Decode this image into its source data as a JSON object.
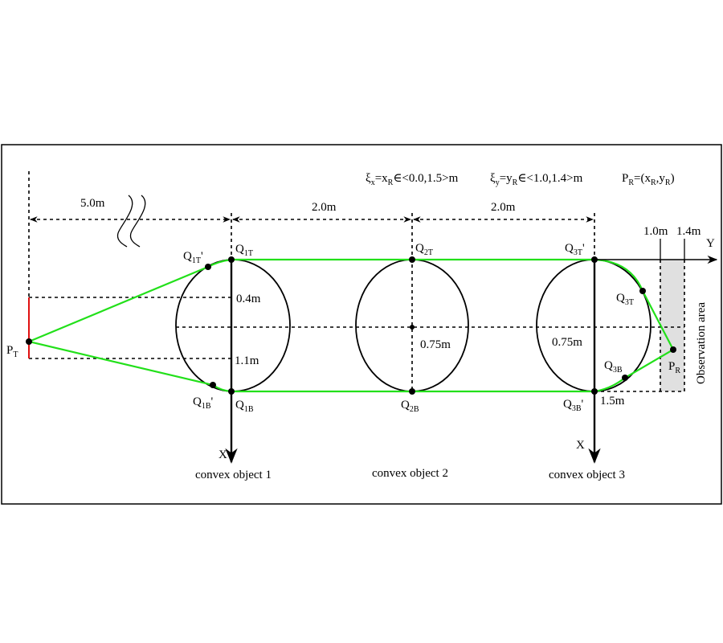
{
  "formula": {
    "xi_x": "ξ",
    "xi_x_sub": "x",
    "xi_x_rest": "=x",
    "xi_x_R": "R",
    "xi_x_range": "∈<0.0,1.5>m",
    "xi_y": "ξ",
    "xi_y_sub": "y",
    "xi_y_rest": "=y",
    "xi_y_R": "R",
    "xi_y_range": "∈<1.0,1.4>m",
    "pr": "P",
    "pr_sub": "R",
    "pr_eq": "=(x",
    "pr_xsub": "R",
    "pr_comma": ",y",
    "pr_ysub": "R",
    "pr_close": ")"
  },
  "dimensions": {
    "d_transmitter": "5.0m",
    "d_12": "2.0m",
    "d_23": "2.0m",
    "y_min": "1.0m",
    "y_max": "1.4m",
    "x_top": "0.4m",
    "x_bottom": "1.1m",
    "diam_2": "0.75m",
    "diam_3": "0.75m",
    "x_end": "1.5m"
  },
  "points": {
    "pt": {
      "main": "P",
      "sub": "T"
    },
    "q1t_prime": {
      "main": "Q",
      "sub": "1T",
      "suffix": "'"
    },
    "q1t": {
      "main": "Q",
      "sub": "1T"
    },
    "q1b_prime": {
      "main": "Q",
      "sub": "1B",
      "suffix": "'"
    },
    "q1b": {
      "main": "Q",
      "sub": "1B"
    },
    "q2t": {
      "main": "Q",
      "sub": "2T"
    },
    "q2b": {
      "main": "Q",
      "sub": "2B"
    },
    "q3t_prime": {
      "main": "Q",
      "sub": "3T",
      "suffix": "'"
    },
    "q3t": {
      "main": "Q",
      "sub": "3T"
    },
    "q3b": {
      "main": "Q",
      "sub": "3B"
    },
    "q3b_prime": {
      "main": "Q",
      "sub": "3B",
      "suffix": "'"
    },
    "pr": {
      "main": "P",
      "sub": "R"
    }
  },
  "axes": {
    "x1": "X",
    "x3": "X",
    "y": "Y"
  },
  "objects": [
    "convex object 1",
    "convex object 2",
    "convex object 3"
  ],
  "observation_area": "Observation area",
  "colors": {
    "path": "#22e01a",
    "transmitter": "#e01010",
    "area": "#e0e0e0"
  }
}
